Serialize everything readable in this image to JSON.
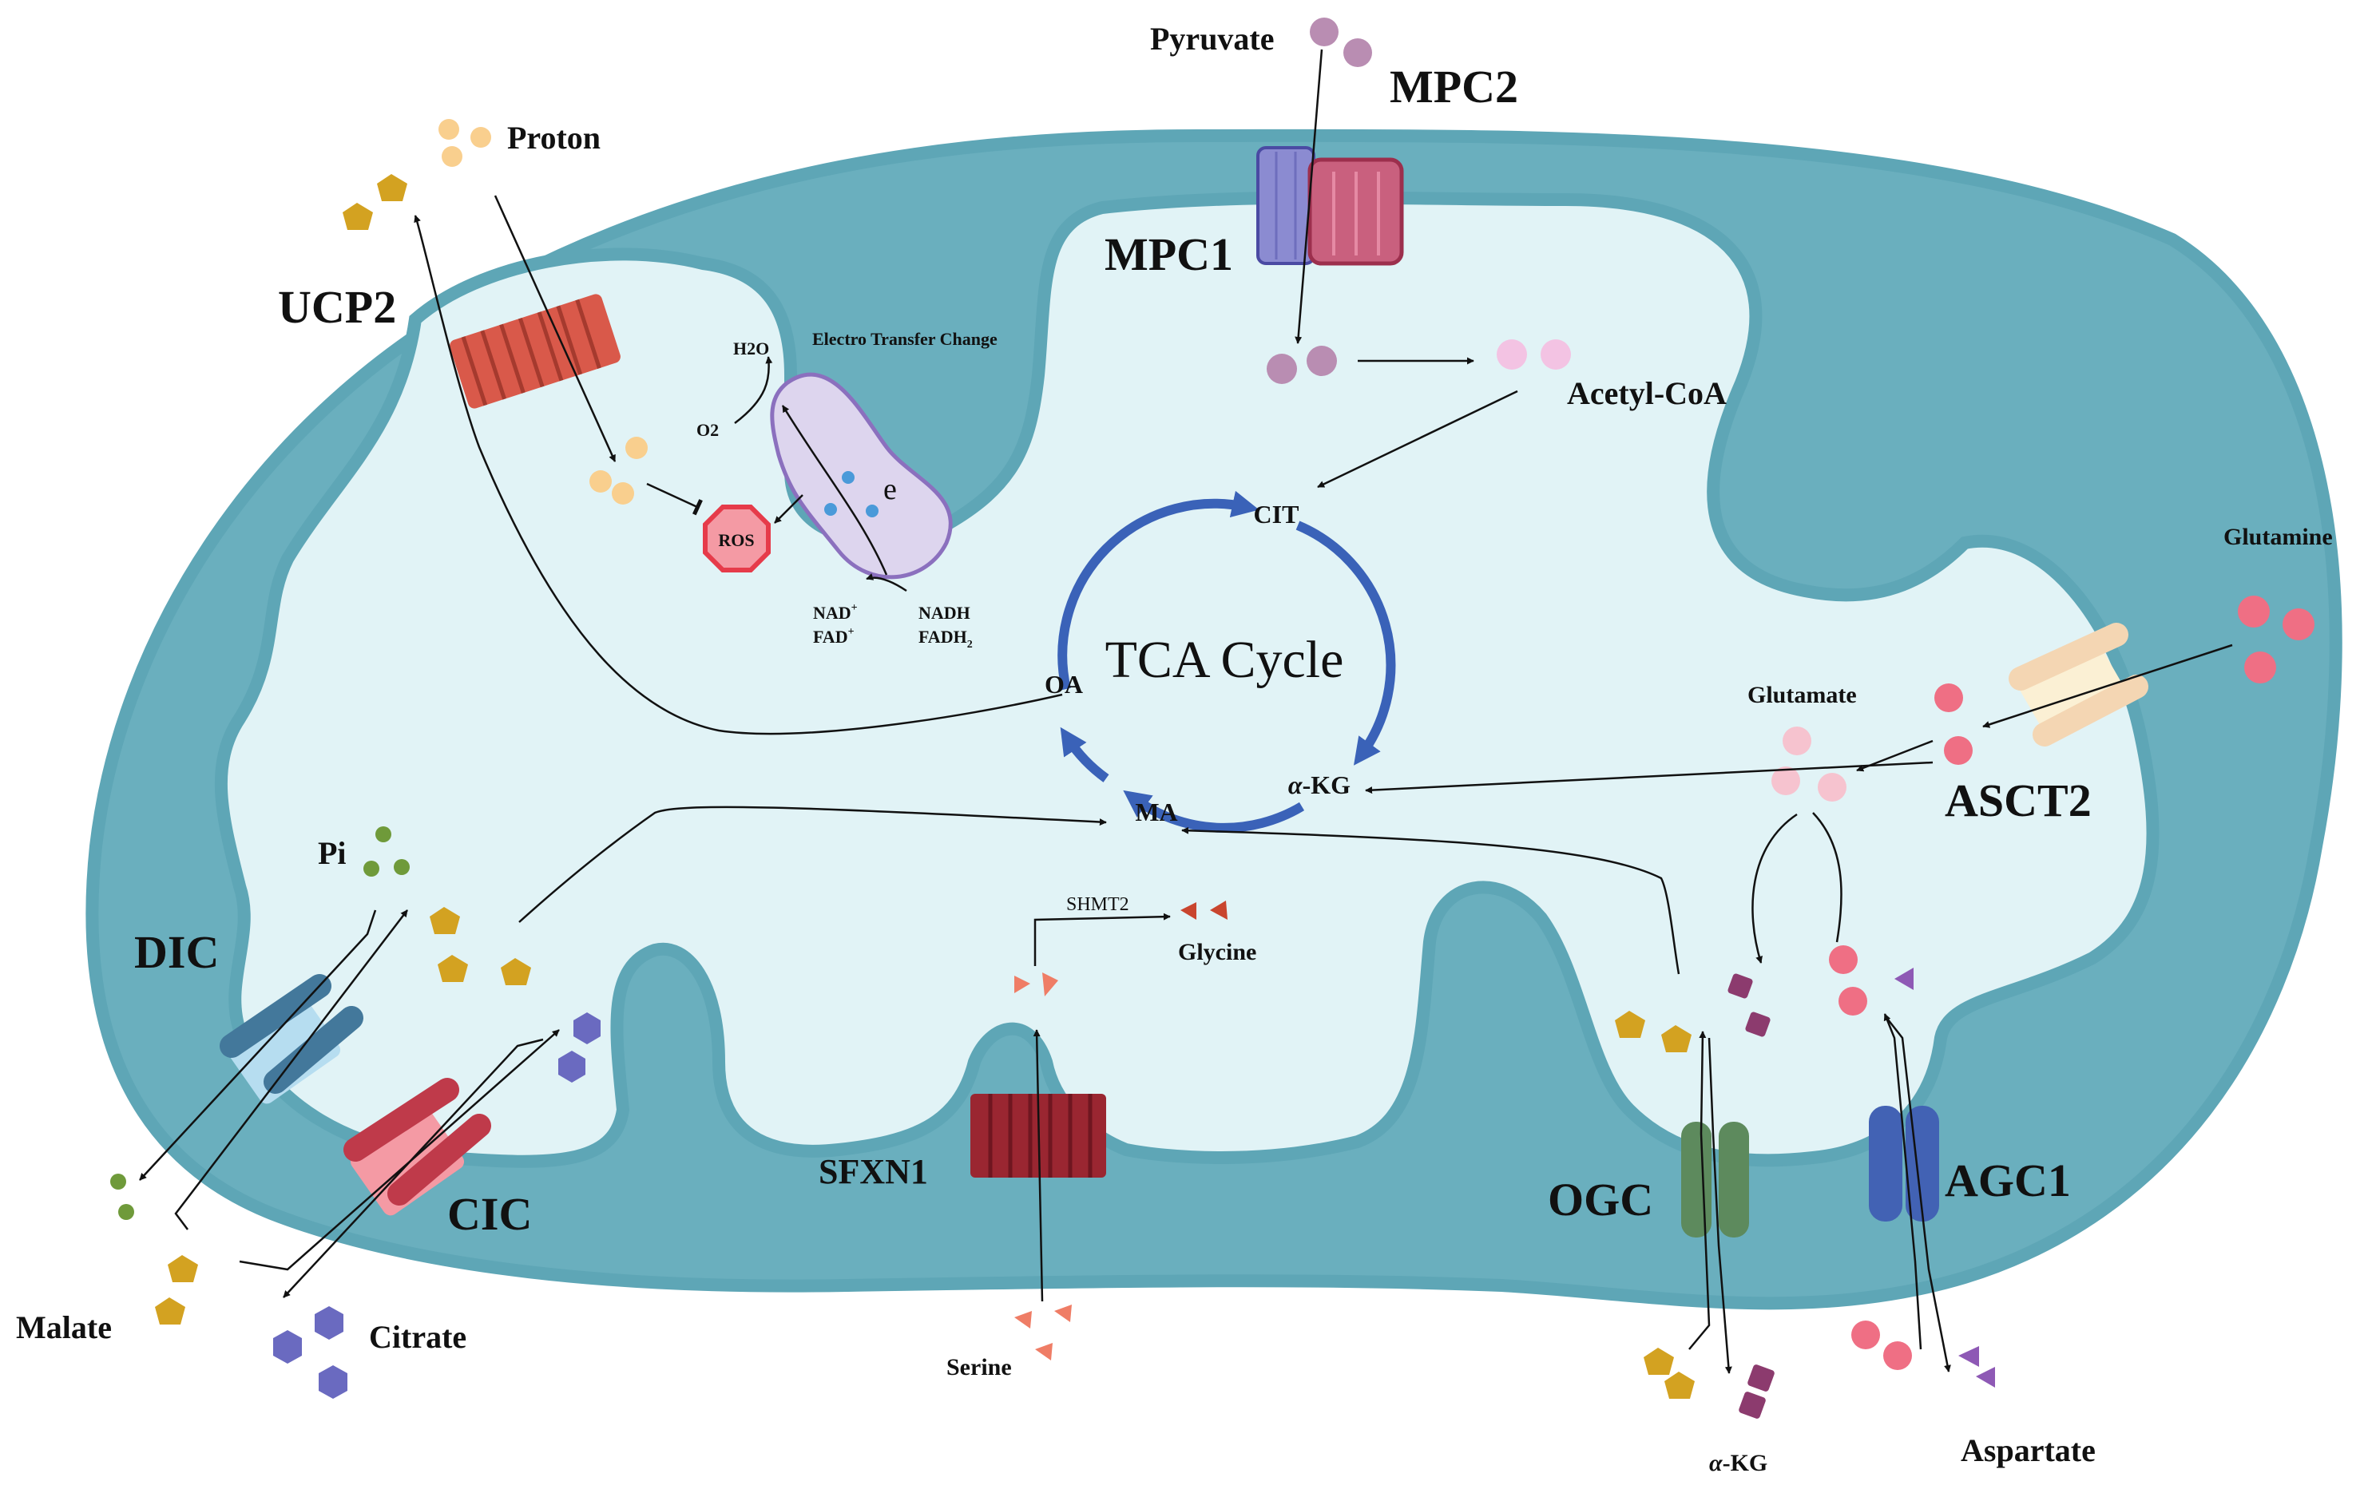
{
  "labels": {
    "pyruvate": "Pyruvate",
    "mpc2": "MPC2",
    "mpc1": "MPC1",
    "proton": "Proton",
    "ucp2": "UCP2",
    "h2o": "H2O",
    "o2": "O2",
    "electron_transfer": "Electro Transfer Change",
    "electron": "e",
    "ros": "ROS",
    "nad": "NAD",
    "fad": "FAD",
    "plus": "+",
    "nadh": "NADH",
    "fadh": "FADH",
    "sub2": "2",
    "acetyl_coa": "Acetyl-CoA",
    "glutamine": "Glutamine",
    "glutamate": "Glutamate",
    "asct2": "ASCT2",
    "cit": "CIT",
    "oa": "OA",
    "ma": "MA",
    "akg_alpha": "α",
    "akg_rest": "-KG",
    "tca_cycle": "TCA Cycle",
    "pi": "Pi",
    "dic": "DIC",
    "cic": "CIC",
    "malate": "Malate",
    "citrate": "Citrate",
    "shmt2": "SHMT2",
    "glycine": "Glycine",
    "sfxn1": "SFXN1",
    "serine": "Serine",
    "ogc": "OGC",
    "agc1": "AGC1",
    "akg_out_alpha": "α",
    "akg_out_rest": "-KG",
    "aspartate": "Aspartate"
  },
  "colors": {
    "outer_membrane": "#6aafbe",
    "intermembrane_space": "#c4e9f1",
    "matrix": "#e1f3f6",
    "tca_arrow": "#3a62b8",
    "pyruvate_circle": "#b98db2",
    "acetyl_coa_circle": "#f3c3e3",
    "proton_circle": "#f9cf8e",
    "malate_pentagon": "#d3a221",
    "citrate_hexagon": "#6a6ac0",
    "pi_circle": "#6f9a3a",
    "glutamine_circle": "#ef6f84",
    "glutamate_circle": "#f6c3cf",
    "akg_square": "#8c3b6e",
    "aspartate_triangle": "#8e59b5",
    "serine_triangle": "#ef7d66",
    "glycine_triangle": "#c9452e",
    "ros_fill": "#f49aa4",
    "ros_stroke": "#e63b4a",
    "etc_fill": "#ddd5ee",
    "etc_stroke": "#8b70be",
    "electron_dot": "#4a9ad9",
    "ucp2": "#d9594a",
    "mpc1": "#8b8bd1",
    "mpc2": "#c9607e",
    "dic": "#43789b",
    "cic": "#bf3a4a",
    "sfxn1": "#9a2631",
    "asct2": "#f4d6b3",
    "ogc": "#5d8a5d",
    "agc1": "#4262b4"
  }
}
